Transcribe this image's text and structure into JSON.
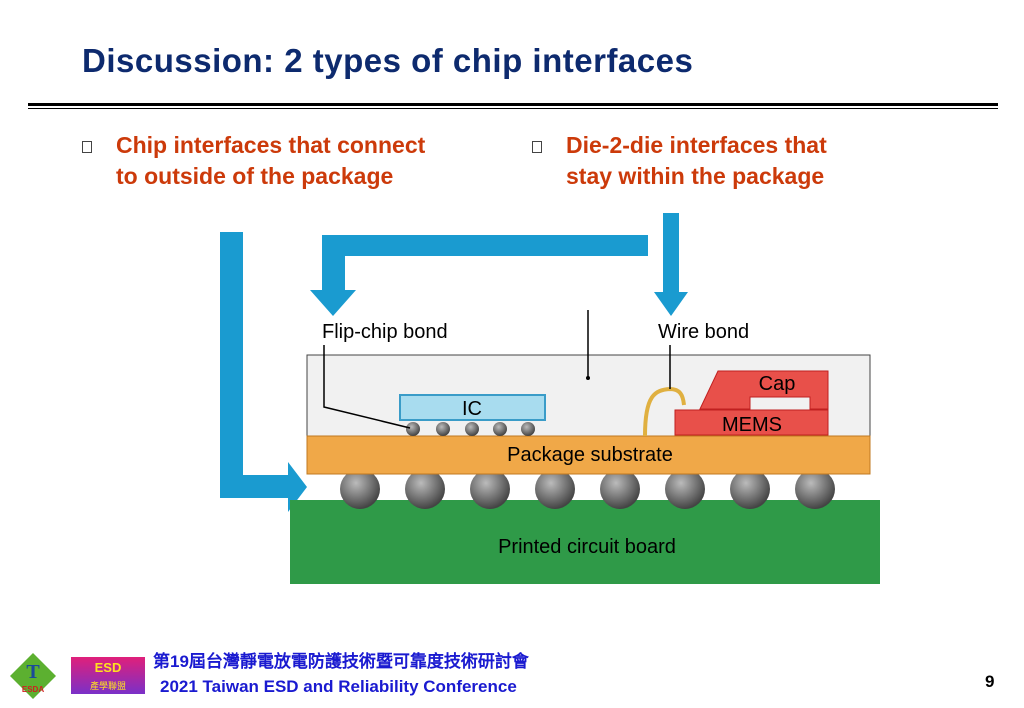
{
  "title": "Discussion: 2 types of chip interfaces",
  "bullets": [
    {
      "line1": "Chip interfaces that connect",
      "line2": "to outside of the package"
    },
    {
      "line1": "Die-2-die interfaces that",
      "line2": "stay within the package"
    }
  ],
  "diagram": {
    "flip_chip_label": "Flip-chip bond",
    "wire_bond_label": "Wire bond",
    "ic_label": "IC",
    "cap_label": "Cap",
    "mems_label": "MEMS",
    "substrate_label": "Package substrate",
    "pcb_label": "Printed circuit board",
    "arrow_color": "#1a9bd0"
  },
  "footer": {
    "logo1_text": "ESDA",
    "logo2_text": "ESD",
    "logo2_sub": "產學聯盟",
    "conference_cn": "第19屆台灣靜電放電防護技術暨可靠度技術研討會",
    "conference_en": "2021 Taiwan ESD and Reliability Conference",
    "page_number": "9"
  }
}
